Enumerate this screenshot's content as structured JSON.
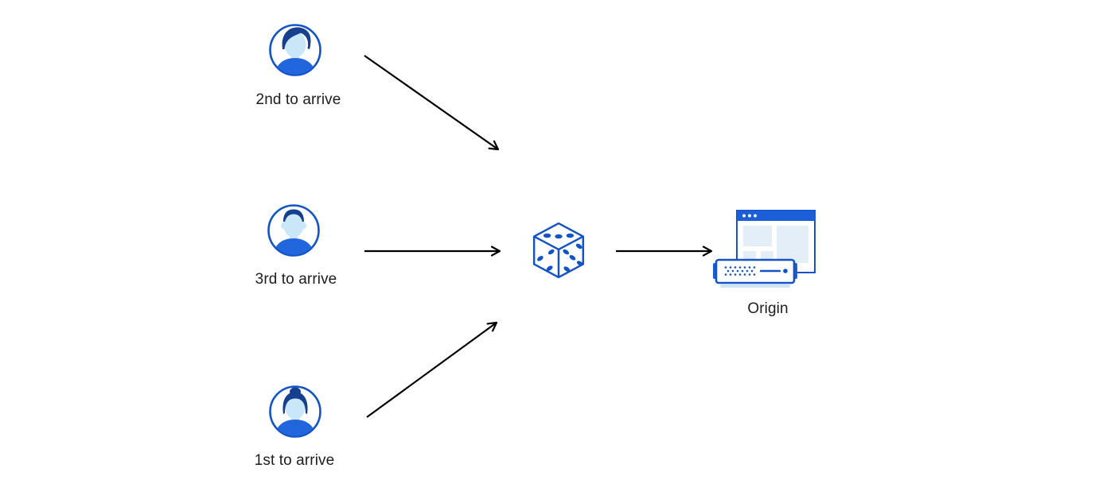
{
  "diagram_type": "flow-diagram",
  "description": "Three clients arriving in different order send requests through a randomizer (dice) to an origin server",
  "nodes": {
    "second_arrival": {
      "label": "2nd to arrive",
      "icon": "person-avatar-icon"
    },
    "third_arrival": {
      "label": "3rd to arrive",
      "icon": "person-avatar-icon"
    },
    "first_arrival": {
      "label": "1st to arrive",
      "icon": "person-avatar-icon"
    },
    "randomizer": {
      "icon": "dice-icon"
    },
    "origin": {
      "label": "Origin",
      "icon": "origin-server-icon"
    }
  },
  "edges": [
    {
      "from": "second_arrival",
      "to": "randomizer"
    },
    {
      "from": "third_arrival",
      "to": "randomizer"
    },
    {
      "from": "first_arrival",
      "to": "randomizer"
    },
    {
      "from": "randomizer",
      "to": "origin"
    }
  ],
  "palette": {
    "primary_blue": "#1353c8",
    "bar_blue": "#1a5fd7",
    "shirt_blue": "#2166dd",
    "hair_navy": "#173f8f",
    "face_light": "#c9e7f8",
    "panel_light": "#e3eef8",
    "shadow_light": "#cfe3f5",
    "arrow_black": "#000000",
    "text": "#1d1d1f",
    "background": "#ffffff"
  }
}
